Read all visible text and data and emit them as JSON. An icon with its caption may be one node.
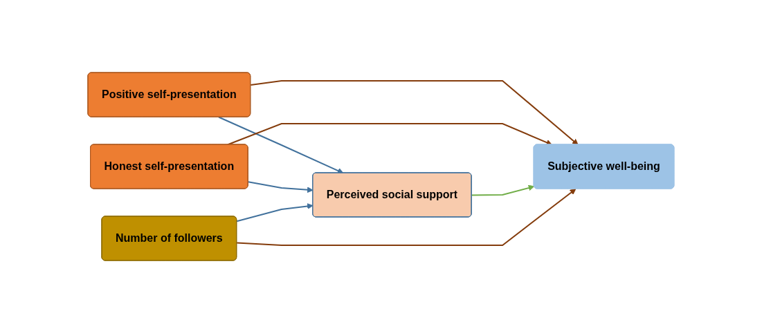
{
  "diagram": {
    "nodes": [
      {
        "text": [
          "Positive self-presentation"
        ]
      },
      {
        "text": [
          "Honest self-presentation"
        ]
      },
      {
        "text": [
          "Perceived social support"
        ]
      },
      {
        "text": [
          "Number of followers"
        ]
      },
      {
        "text": [
          "Subjective well-being"
        ]
      }
    ],
    "edges": [
      {
        "from": 0,
        "to": 2,
        "arrow": "to",
        "color": "#41719c"
      },
      {
        "from": 1,
        "to": 2,
        "arrow": "to",
        "color": "#41719c"
      },
      {
        "from": 0,
        "to": 4,
        "arrow": "to",
        "color": "#843c0c"
      },
      {
        "from": 1,
        "to": 4,
        "arrow": "to",
        "color": "#843c0c"
      },
      {
        "from": 2,
        "to": 4,
        "arrow": "to",
        "color": "#70ad47"
      },
      {
        "from": 3,
        "to": 2,
        "arrow": "to",
        "color": "#41719c"
      },
      {
        "from": 3,
        "to": 4,
        "arrow": "to",
        "color": "#843c0c"
      }
    ]
  }
}
